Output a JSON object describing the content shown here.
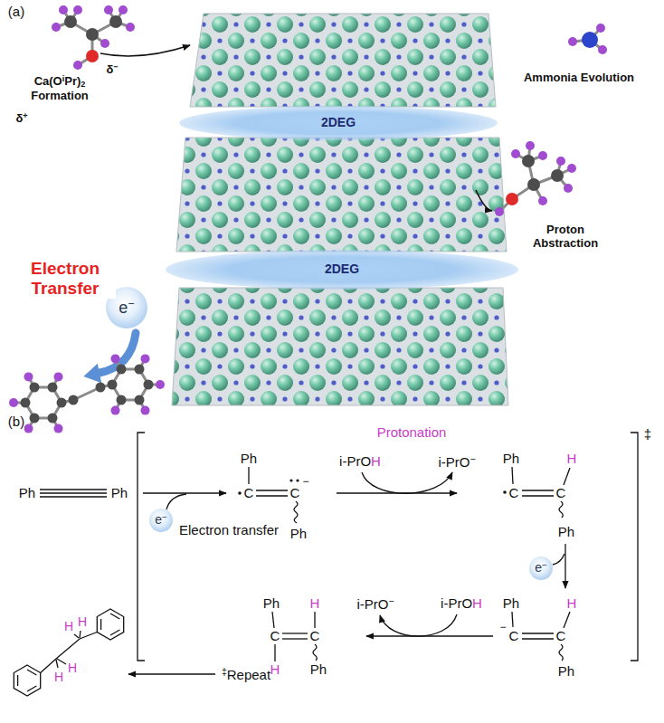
{
  "diagram": {
    "nodes": [
      {
        "text": [
          "2DEG"
        ]
      },
      {
        "text": [
          "2DEG"
        ]
      },
      {
        "text": [
          "e−"
        ]
      },
      {
        "text": [
          "e−"
        ]
      },
      {
        "text": [
          "e−"
        ]
      }
    ],
    "labels": [
      "(a)",
      "Ca(OiPr)2 Formation",
      "δ−",
      "δ+",
      "Ammonia Evolution",
      "Proton Abstraction",
      "Electron Transfer",
      "(b)",
      "Ph",
      "Ph",
      "Electron transfer",
      "Protonation",
      "i-PrOH",
      "i-PrO−",
      "Ph",
      "C",
      "C",
      "−",
      "Ph",
      "Ph",
      "C",
      "C",
      "H",
      "Ph",
      "‡",
      "Ph",
      "−",
      "C",
      "C",
      "H",
      "Ph",
      "i-PrO−",
      "i-PrOH",
      "Ph",
      "C",
      "C",
      "H",
      "H",
      "Ph",
      "‡Repeat",
      "H",
      "H",
      "H",
      "H"
    ]
  }
}
